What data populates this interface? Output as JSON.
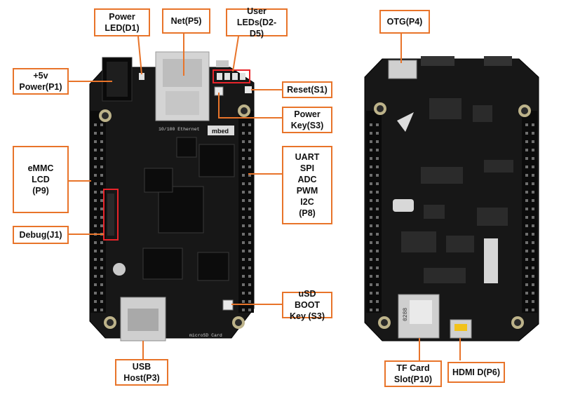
{
  "colors": {
    "accent": "#e8742a",
    "highlight": "#e8242a",
    "pcb": "#161616",
    "header": "#0d0d0d",
    "metal": "#cfcfcf"
  },
  "callouts": {
    "power_led": "Power\nLED(D1)",
    "net": "Net(P5)",
    "user_leds": "User\nLEDs(D2-D5)",
    "power_5v": "+5v\nPower(P1)",
    "reset": "Reset(S1)",
    "power_key": "Power\nKey(S3)",
    "emmc_lcd": "eMMC\nLCD\n(P9)",
    "uart_group": "UART\nSPI\nADC\nPWM\nI2C\n(P8)",
    "debug": "Debug(J1)",
    "usd_boot": "uSD BOOT\nKey (S3)",
    "usb_host": "USB\nHost(P3)",
    "otg": "OTG(P4)",
    "tf_card": "TF Card\nSlot(P10)",
    "hdmi": "HDMI D(P6)"
  },
  "board_text": {
    "ethernet": "10/100 Ethernet",
    "logo": "mbed",
    "microsd": "microSD Card",
    "slot_id": "0288"
  }
}
